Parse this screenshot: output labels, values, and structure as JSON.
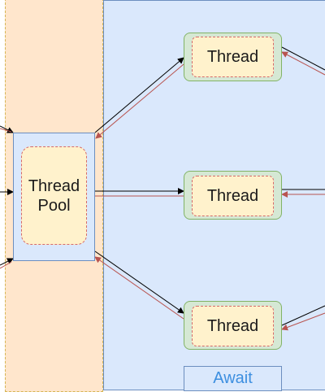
{
  "thread_pool": {
    "label": "Thread\nPool"
  },
  "threads": [
    {
      "label": "Thread"
    },
    {
      "label": "Thread"
    },
    {
      "label": "Thread"
    }
  ],
  "await_region": {
    "label": "Await"
  },
  "colors": {
    "pool_region_fill": "#ffe6cc",
    "await_region_fill": "#dae8fc",
    "thread_fill": "#d5e8d4",
    "inner_fill": "#fff2cc",
    "request_arrow": "#000000",
    "response_arrow": "#b85450",
    "await_text": "#3d8fe0"
  }
}
